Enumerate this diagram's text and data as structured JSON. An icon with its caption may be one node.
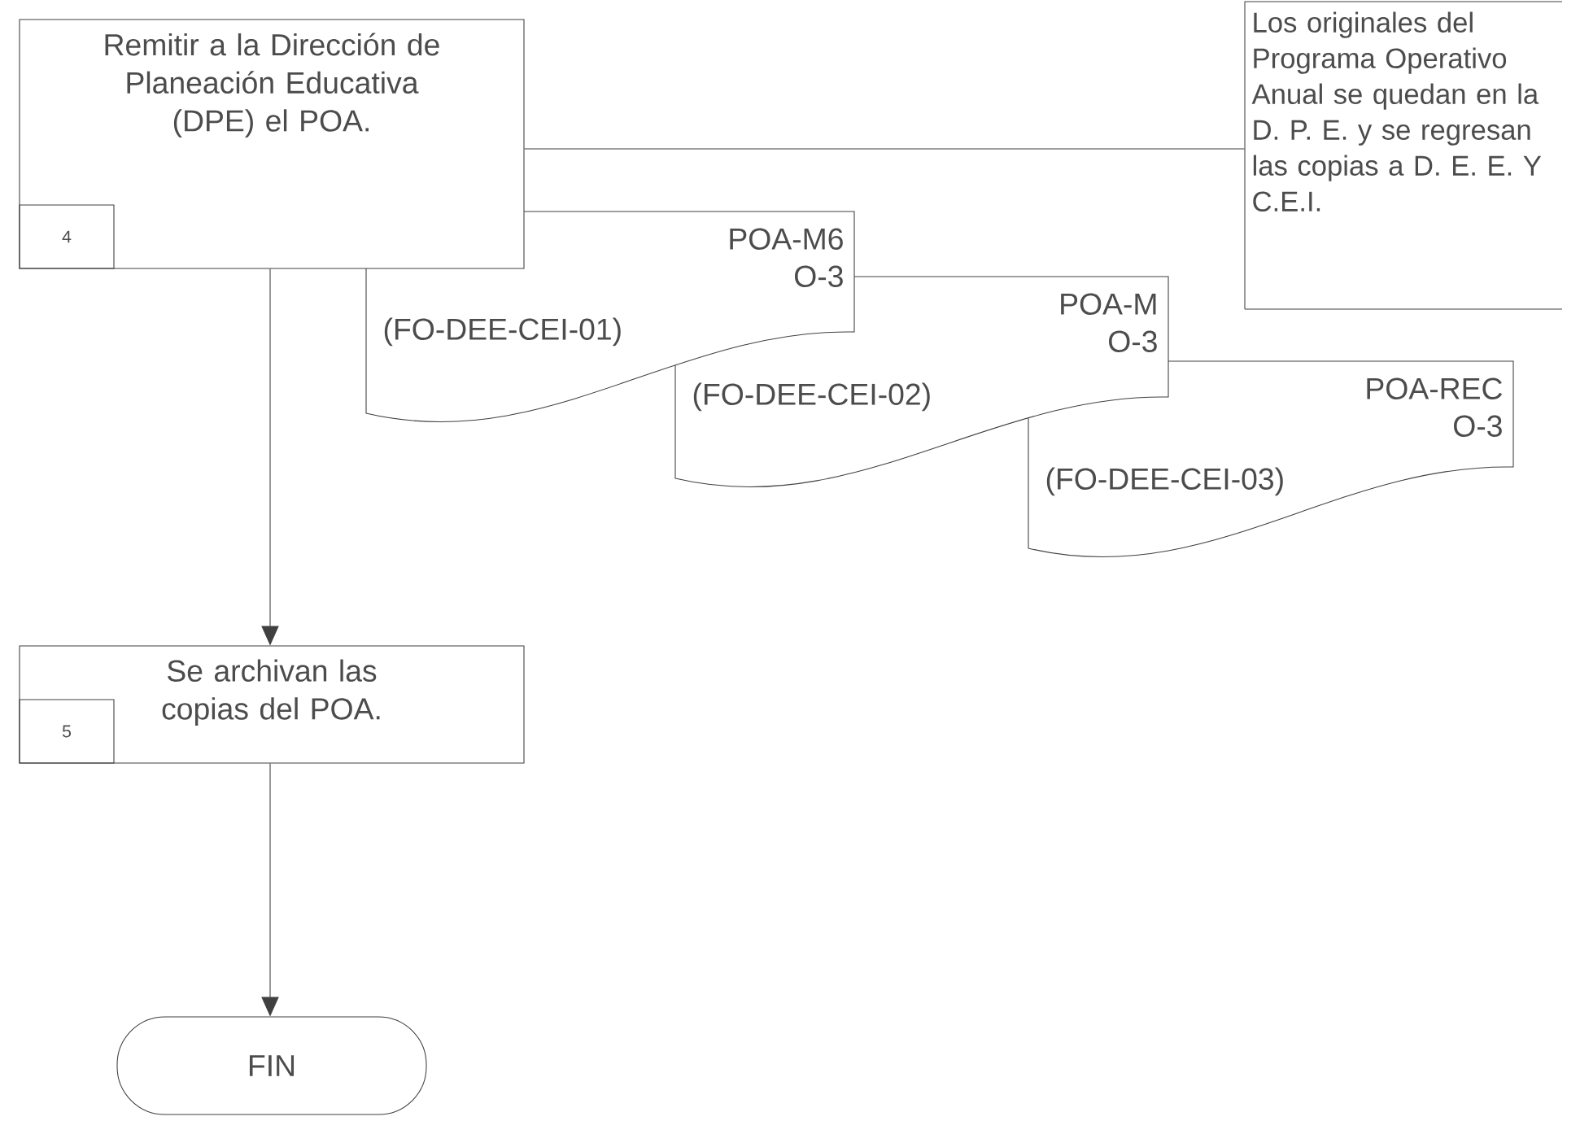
{
  "diagram": {
    "nodes": [
      {
        "text": [
          "Remitir a la Dirección de Planeación Educativa (DPE) el POA."
        ]
      },
      {
        "text": [
          "4"
        ],
        "in": 0
      },
      {
        "text": [
          "Los originales del Programa Operativo Anual se quedan en la D.  P. E. y  se regresan las copias a D. E. E. Y C.E.I."
        ]
      },
      {
        "text": [
          "POA-M6",
          "O-3",
          "(FO-DEE-CEI-01)"
        ]
      },
      {
        "text": [
          "POA-M",
          "O-3",
          "(FO-DEE-CEI-02)"
        ]
      },
      {
        "text": [
          "POA-REC",
          "O-3",
          "(FO-DEE-CEI-03)"
        ]
      },
      {
        "text": [
          "Se archivan las copias del POA."
        ]
      },
      {
        "text": [
          "5"
        ],
        "in": 6
      },
      {
        "text": [
          "FIN"
        ]
      }
    ],
    "edges": [
      {
        "from": 0,
        "to": 2,
        "arrow": "none"
      },
      {
        "from": 0,
        "to": 6,
        "arrow": "to"
      },
      {
        "from": 6,
        "to": 8,
        "arrow": "to"
      }
    ]
  }
}
